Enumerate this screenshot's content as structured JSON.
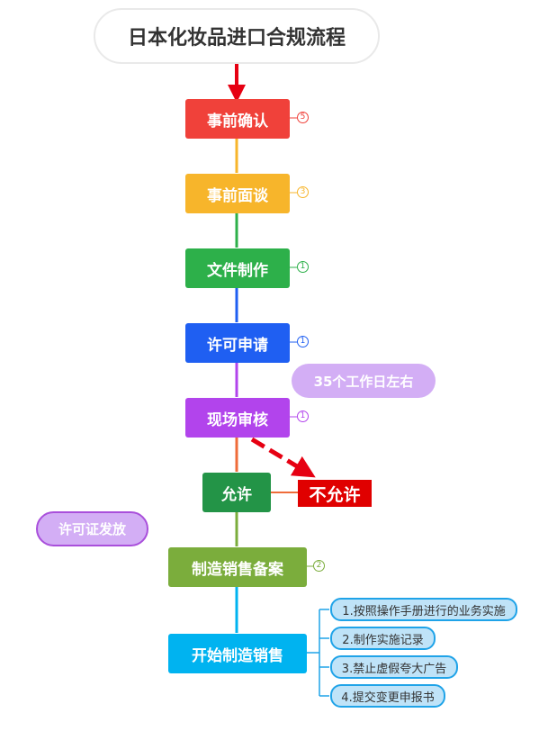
{
  "title": "日本化妆品进口合规流程",
  "steps": [
    {
      "label": "事前确认",
      "badge": "5",
      "color": "#f0413a"
    },
    {
      "label": "事前面谈",
      "badge": "3",
      "color": "#f7b52b"
    },
    {
      "label": "文件制作",
      "badge": "1",
      "color": "#2db04a"
    },
    {
      "label": "许可申请",
      "badge": "1",
      "color": "#1f5ff2"
    },
    {
      "label": "现场审核",
      "badge": "1",
      "color": "#b244ec"
    },
    {
      "label": "允许",
      "color": "#239447"
    },
    {
      "label": "制造销售备案",
      "badge": "2",
      "color": "#7bad3c"
    },
    {
      "label": "开始制造销售",
      "color": "#00b3f0"
    }
  ],
  "notes": {
    "duration": "35个工作日左右",
    "license": "许可证发放",
    "reject": "不允许"
  },
  "sub_items": [
    "1.按照操作手册进行的业务实施",
    "2.制作实施记录",
    "3.禁止虚假夸大广告",
    "4.提交变更申报书"
  ]
}
